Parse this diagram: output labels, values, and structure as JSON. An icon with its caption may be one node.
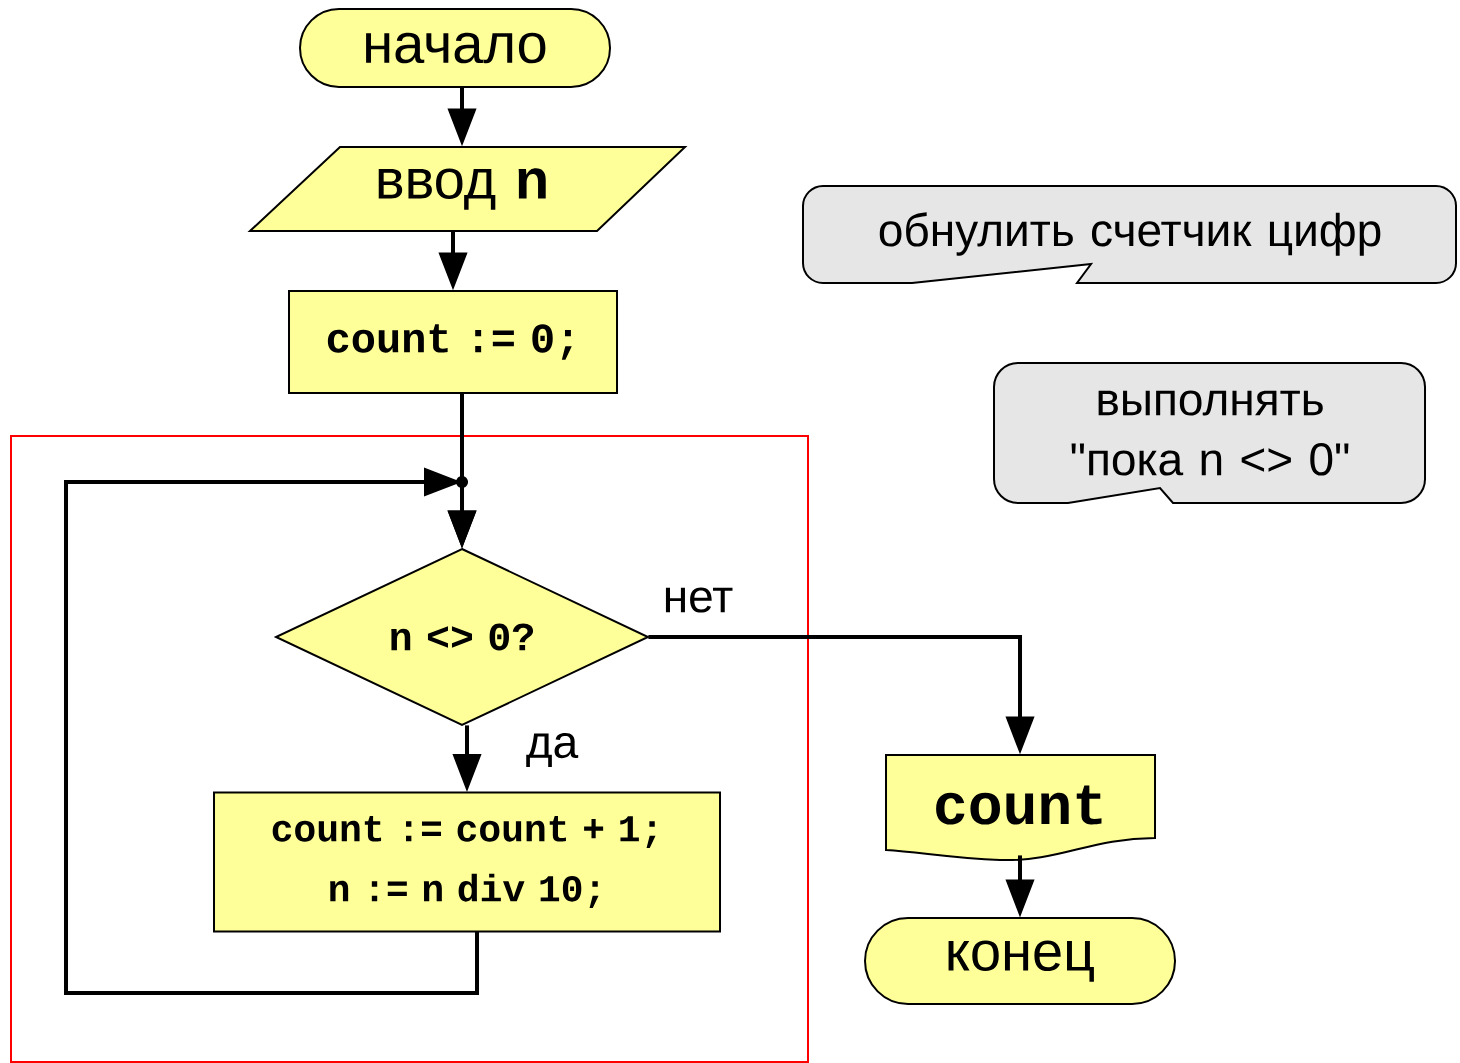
{
  "diagram": {
    "nodes": [
      {
        "text": [
          "начало"
        ]
      },
      {
        "text": [
          "ввод **n**"
        ]
      },
      {
        "text": [
          "count := 0;"
        ]
      },
      {
        "text": [],
        "shape": "box"
      },
      {
        "text": [
          "n <> 0?"
        ],
        "in": 3
      },
      {
        "text": [
          "count := count + 1;",
          "n := n div 10;"
        ],
        "in": 3
      },
      {
        "text": [
          "count"
        ]
      },
      {
        "text": [
          "конец"
        ]
      },
      {
        "text": [
          "обнулить счетчик цифр"
        ]
      },
      {
        "text": [
          "выполнять \"пока n <> 0\""
        ]
      }
    ],
    "edges": [
      {
        "from": 0,
        "to": 1,
        "arrow": "to"
      },
      {
        "from": 1,
        "to": 2,
        "arrow": "to"
      },
      {
        "from": 2,
        "to": 4,
        "arrow": "to"
      },
      {
        "from": 4,
        "to": 5,
        "arrow": "to",
        "label": "да"
      },
      {
        "from": 4,
        "to": 6,
        "arrow": "to",
        "label": "нет"
      },
      {
        "from": 5,
        "to": 4,
        "arrow": "to"
      },
      {
        "from": 6,
        "to": 7,
        "arrow": "to"
      }
    ]
  }
}
